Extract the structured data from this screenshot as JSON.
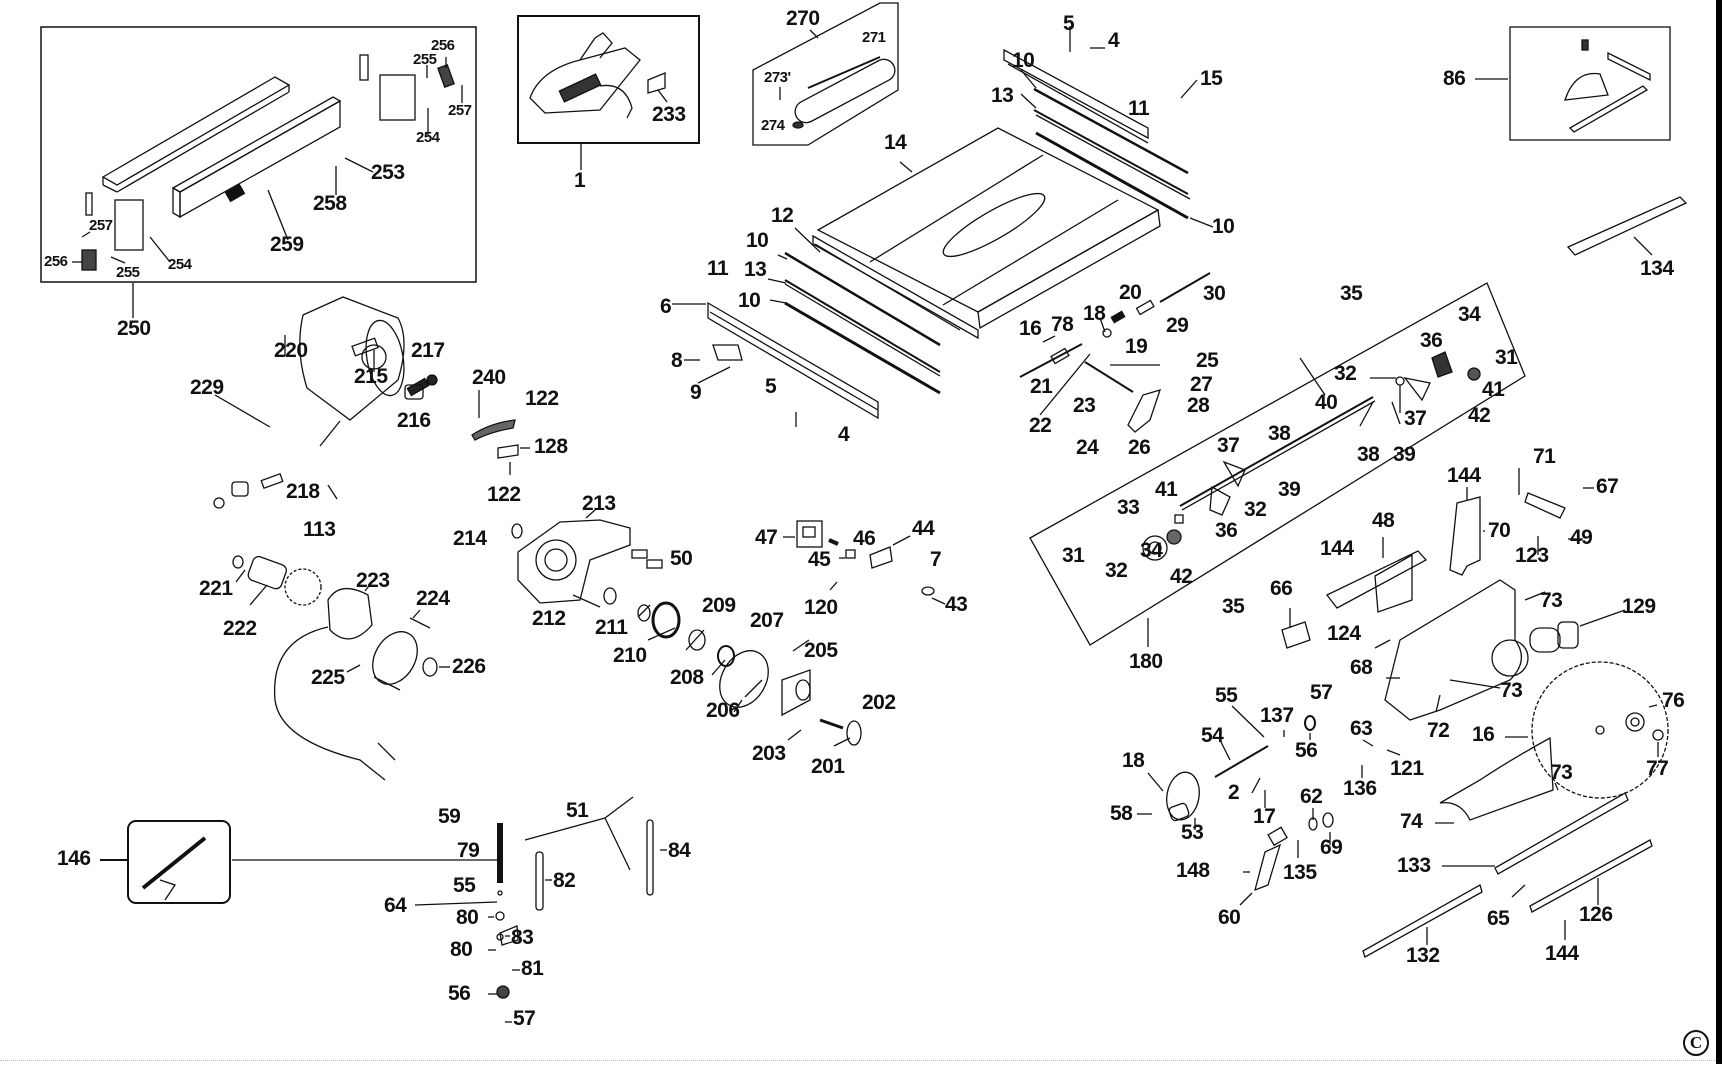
{
  "diagram": {
    "title": "Table Saw Exploded Parts Diagram",
    "copyright_symbol": "C",
    "inset_boxes": {
      "rip_fence_assembly": {
        "label": "250",
        "parts": [
          "253",
          "254",
          "255",
          "256",
          "257",
          "258",
          "259",
          "254",
          "255",
          "256",
          "257"
        ]
      },
      "blade_guard": {
        "label": "1",
        "parts": [
          "233"
        ]
      },
      "throat_plate": {
        "label": "270",
        "parts": [
          "271",
          "273'",
          "274"
        ]
      },
      "miter_gauge": {
        "label": "86"
      },
      "push_stick": {
        "label": "146"
      },
      "bevel_assembly": {
        "label": "180"
      }
    },
    "labels": {
      "p250": "250",
      "p253": "253",
      "p254a": "254",
      "p254b": "254",
      "p255a": "255",
      "p255b": "255",
      "p256a": "256",
      "p256b": "256",
      "p257a": "257",
      "p257b": "257",
      "p258": "258",
      "p259": "259",
      "p1": "1",
      "p233": "233",
      "p270": "270",
      "p271": "271",
      "p273": "273'",
      "p274": "274",
      "p5a": "5",
      "p4a": "4",
      "p15": "15",
      "p10a": "10",
      "p13a": "13",
      "p11a": "11",
      "p10b": "10",
      "p86": "86",
      "p134": "134",
      "p14": "14",
      "p12": "12",
      "p10c": "10",
      "p11b": "11",
      "p13b": "13",
      "p10d": "10",
      "p6": "6",
      "p8": "8",
      "p9": "9",
      "p5b": "5",
      "p4b": "4",
      "p20": "20",
      "p30": "30",
      "p18a": "18",
      "p29": "29",
      "p16a": "16",
      "p78": "78",
      "p19": "19",
      "p25": "25",
      "p21": "21",
      "p22": "22",
      "p23": "23",
      "p27": "27",
      "p28": "28",
      "p24": "24",
      "p26": "26",
      "p35a": "35",
      "p34a": "34",
      "p31a": "31",
      "p36a": "36",
      "p32a": "32",
      "p41a": "41",
      "p37a": "37",
      "p42a": "42",
      "p40": "40",
      "p38a": "38",
      "p38b": "38",
      "p39a": "39",
      "p37b": "37",
      "p39b": "39",
      "p32b": "32",
      "p33": "33",
      "p41b": "41",
      "p36b": "36",
      "p31b": "31",
      "p32c": "32",
      "p34b": "34",
      "p42b": "42",
      "p35b": "35",
      "p180": "180",
      "p220": "220",
      "p229": "229",
      "p215": "215",
      "p217": "217",
      "p216": "216",
      "p240": "240",
      "p122a": "122",
      "p128": "128",
      "p218": "218",
      "p122b": "122",
      "p113": "113",
      "p213": "213",
      "p214": "214",
      "p50": "50",
      "p212": "212",
      "p211": "211",
      "p210": "210",
      "p209": "209",
      "p207": "207",
      "p208": "208",
      "p206": "206",
      "p205": "205",
      "p202": "202",
      "p203": "203",
      "p201": "201",
      "p47": "47",
      "p46": "46",
      "p44": "44",
      "p45": "45",
      "p7": "7",
      "p120": "120",
      "p43": "43",
      "p221": "221",
      "p222": "222",
      "p223": "223",
      "p224": "224",
      "p225": "225",
      "p226": "226",
      "p144a": "144",
      "p71": "71",
      "p67": "67",
      "p70": "70",
      "p48": "48",
      "p144b": "144",
      "p49": "49",
      "p123": "123",
      "p73a": "73",
      "p129": "129",
      "p66": "66",
      "p124": "124",
      "p68": "68",
      "p73b": "73",
      "p72": "72",
      "p76": "76",
      "p77": "77",
      "p16b": "16",
      "p73c": "73",
      "p74": "74",
      "p55a": "55",
      "p57a": "57",
      "p137": "137",
      "p54": "54",
      "p56a": "56",
      "p63": "63",
      "p121": "121",
      "p136": "136",
      "p18b": "18",
      "p2": "2",
      "p17": "17",
      "p58": "58",
      "p53": "53",
      "p62": "62",
      "p69": "69",
      "p148": "148",
      "p135": "135",
      "p60": "60",
      "p133": "133",
      "p132": "132",
      "p65": "65",
      "p126": "126",
      "p144c": "144",
      "p146": "146",
      "p59": "59",
      "p51": "51",
      "p79": "79",
      "p84": "84",
      "p55b": "55",
      "p82": "82",
      "p64": "64",
      "p80a": "80",
      "p83": "83",
      "p80b": "80",
      "p81": "81",
      "p56b": "56",
      "p57b": "57"
    }
  }
}
